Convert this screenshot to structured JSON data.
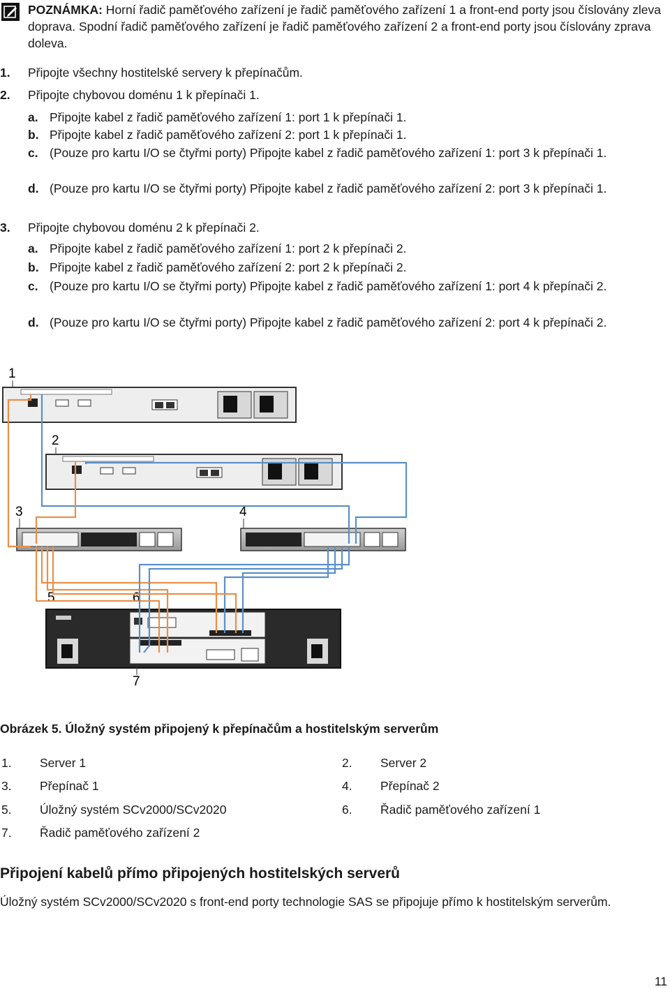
{
  "note": {
    "label": "POZNÁMKA:",
    "text": " Horní řadič paměťového zařízení je řadič paměťového zařízení 1 a front-end porty jsou číslovány zleva doprava. Spodní řadič paměťového zařízení je řadič paměťového zařízení 2 a front-end porty jsou číslovány zprava doleva."
  },
  "steps": [
    {
      "num": "1.",
      "text": "Připojte všechny hostitelské servery k přepínačům."
    },
    {
      "num": "2.",
      "text": "Připojte chybovou doménu 1 k přepínači 1.",
      "subs": [
        {
          "num": "a.",
          "text": "Připojte kabel z řadič paměťového zařízení 1: port 1 k přepínači 1."
        },
        {
          "num": "b.",
          "text": "Připojte kabel z řadič paměťového zařízení 2: port 1 k přepínači 1."
        },
        {
          "num": "c.",
          "text": "(Pouze pro kartu I/O se čtyřmi porty) Připojte kabel z řadič paměťového zařízení 1: port 3 k přepínači 1."
        },
        {
          "num": "d.",
          "text": "(Pouze pro kartu I/O se čtyřmi porty) Připojte kabel z řadič paměťového zařízení 2: port 3 k přepínači 1."
        }
      ]
    },
    {
      "num": "3.",
      "text": "Připojte chybovou doménu 2 k přepínači 2.",
      "subs": [
        {
          "num": "a.",
          "text": "Připojte kabel z řadič paměťového zařízení 1: port 2 k přepínači 2."
        },
        {
          "num": "b.",
          "text": "Připojte kabel z řadič paměťového zařízení 2: port 2 k přepínači 2."
        },
        {
          "num": "c.",
          "text": "(Pouze pro kartu I/O se čtyřmi porty) Připojte kabel z řadič paměťového zařízení 1: port 4 k přepínači 2."
        },
        {
          "num": "d.",
          "text": "(Pouze pro kartu I/O se čtyřmi porty) Připojte kabel z řadič paměťového zařízení 2: port 4 k přepínači 2."
        }
      ]
    }
  ],
  "figure": {
    "callouts": [
      "1",
      "2",
      "3",
      "4",
      "5",
      "6",
      "7"
    ],
    "caption": "Obrázek 5. Úložný systém připojený k přepínačům a hostitelským serverům",
    "cable_colors": {
      "fault_domain_1": "#e8904a",
      "fault_domain_2": "#5b8fc8"
    }
  },
  "legend": [
    {
      "num": "1.",
      "text": "Server 1"
    },
    {
      "num": "2.",
      "text": "Server 2"
    },
    {
      "num": "3.",
      "text": "Přepínač 1"
    },
    {
      "num": "4.",
      "text": "Přepínač 2"
    },
    {
      "num": "5.",
      "text": "Úložný systém SCv2000/SCv2020"
    },
    {
      "num": "6.",
      "text": "Řadič paměťového zařízení 1"
    },
    {
      "num": "7.",
      "text": "Řadič paměťového zařízení 2"
    }
  ],
  "section": {
    "heading": "Připojení kabelů přímo připojených hostitelských serverů",
    "paragraph": "Úložný systém SCv2000/SCv2020 s front-end porty technologie SAS se připojuje přímo k hostitelským serverům."
  },
  "page_number": "11"
}
